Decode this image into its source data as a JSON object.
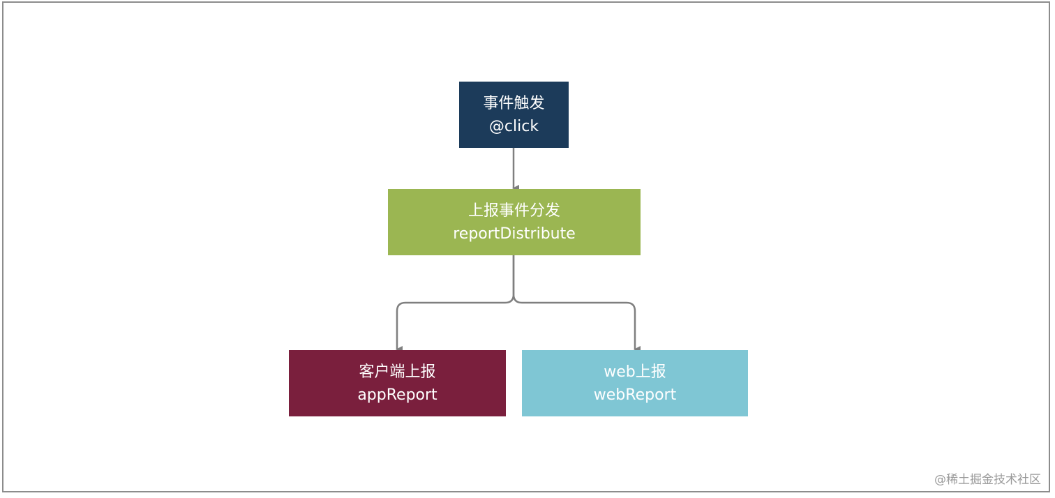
{
  "colors": {
    "frame_border": "#8c8c8c",
    "connector": "#7f7f7f",
    "trigger_fill": "#1c3b5a",
    "distribute_fill": "#9bb652",
    "app_fill": "#7a1f3d",
    "web_fill": "#7fc6d4",
    "text": "#ffffff",
    "watermark": "#9a9a9a"
  },
  "nodes": {
    "trigger": {
      "title": "事件触发",
      "code": "@click"
    },
    "distribute": {
      "title": "上报事件分发",
      "code": "reportDistribute"
    },
    "app": {
      "title": "客户端上报",
      "code": "appReport"
    },
    "web": {
      "title": "web上报",
      "code": "webReport"
    }
  },
  "edges": [
    {
      "from": "trigger",
      "to": "distribute"
    },
    {
      "from": "distribute",
      "to": "app"
    },
    {
      "from": "distribute",
      "to": "web"
    }
  ],
  "watermark": "@稀土掘金技术社区"
}
